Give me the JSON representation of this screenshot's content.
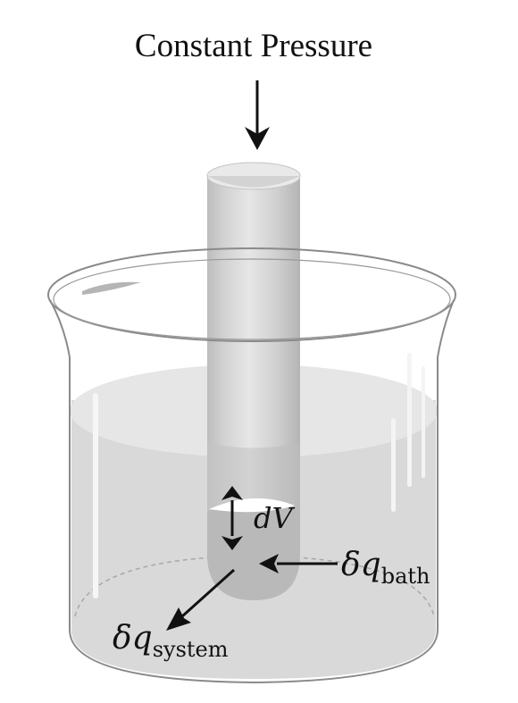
{
  "title": "Constant Pressure",
  "labels": {
    "volume_change": "dV",
    "heat_bath_symbol": "δq",
    "heat_bath_subscript": "bath",
    "heat_system_symbol": "δq",
    "heat_system_subscript": "system"
  },
  "colors": {
    "liquid": "#d9d9d9",
    "liquid_surface": "#e6e6e6",
    "tube": "#d4d4d4",
    "tube_bottom_fill": "#b9b9b9",
    "arrows": "#111111",
    "glass_outline": "#8a8a8a"
  }
}
